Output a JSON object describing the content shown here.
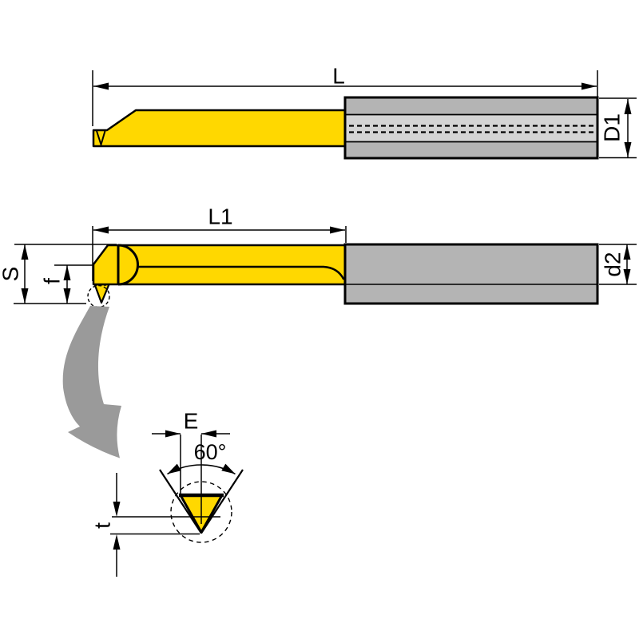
{
  "drawing": {
    "type": "technical-drawing-boring-bar",
    "background": "#ffffff",
    "colors": {
      "body_yellow": "#ffd800",
      "shank_gray": "#b4b4b4",
      "shank_gray_light": "#d4d4d4",
      "outline_black": "#000000",
      "zoom_arrow_gray": "#9a9a9a"
    },
    "top_view": {
      "dimensions": {
        "overall_length_label": "L",
        "shank_diameter_label": "D1"
      }
    },
    "side_view": {
      "dimensions": {
        "bar_length_label": "L1",
        "tip_overall_height_label": "S",
        "center_height_label": "f",
        "bar_diameter_label": "d2"
      }
    },
    "detail_view": {
      "dimensions": {
        "tip_half_width_label": "E",
        "tip_angle_label": "60°",
        "tip_depth_label": "t"
      }
    }
  }
}
